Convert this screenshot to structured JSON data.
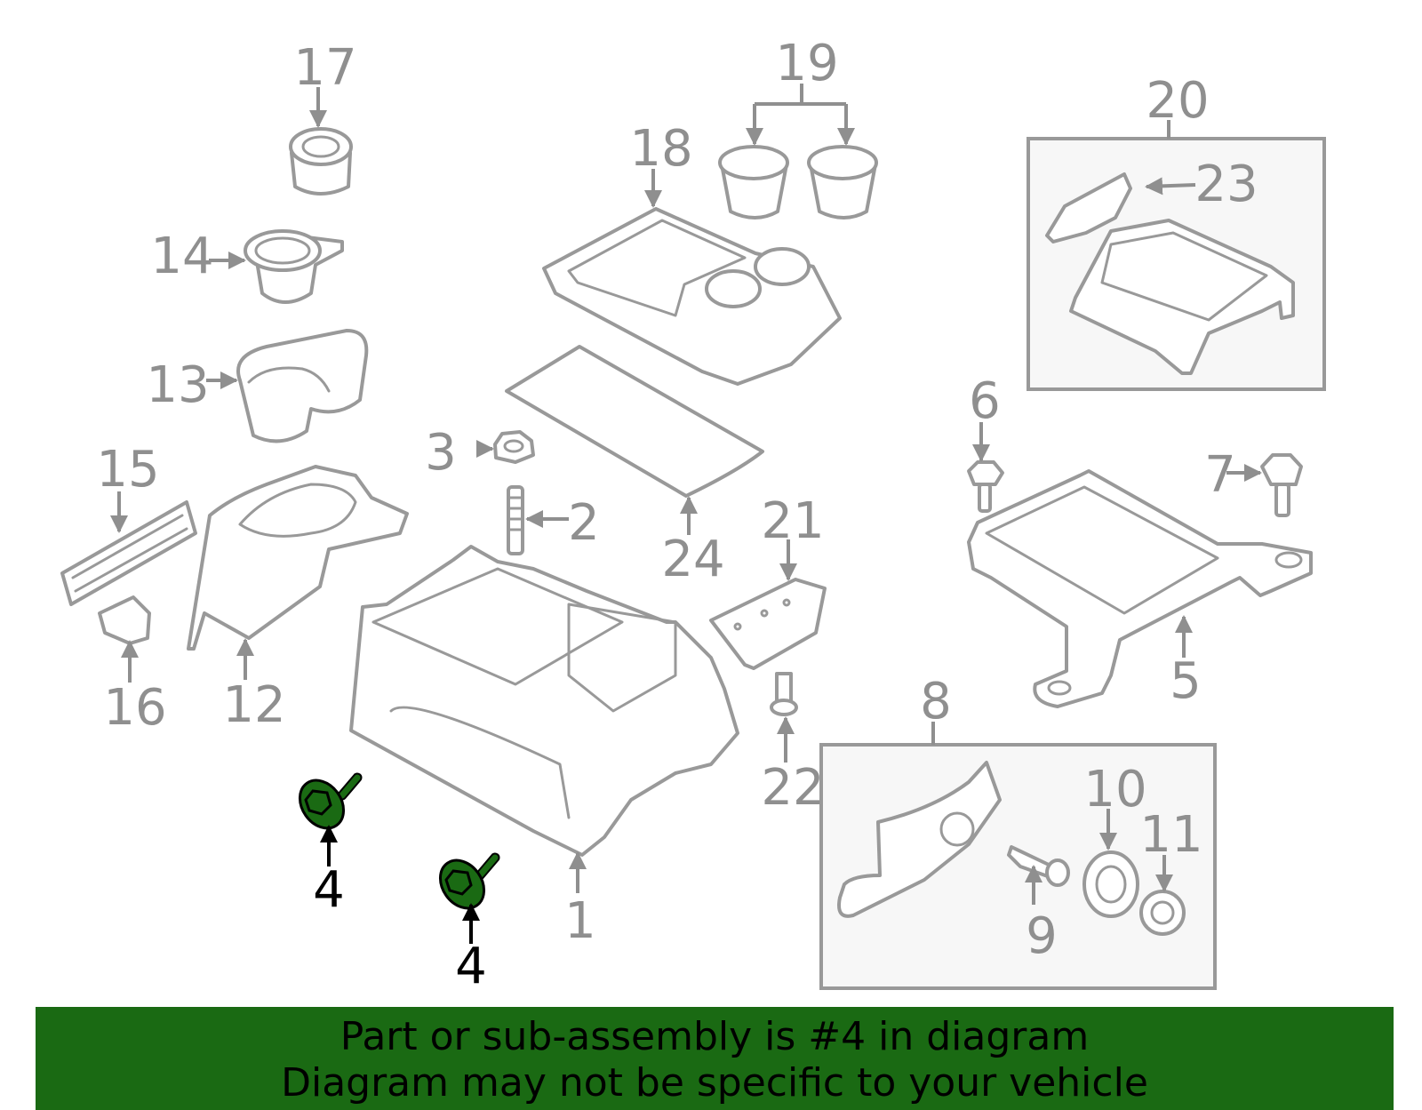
{
  "labels": {
    "l1": "1",
    "l2": "2",
    "l3": "3",
    "l4a": "4",
    "l4b": "4",
    "l5": "5",
    "l6": "6",
    "l7": "7",
    "l8": "8",
    "l9": "9",
    "l10": "10",
    "l11": "11",
    "l12": "12",
    "l13": "13",
    "l14": "14",
    "l15": "15",
    "l16": "16",
    "l17": "17",
    "l18": "18",
    "l19": "19",
    "l20": "20",
    "l21": "21",
    "l22": "22",
    "l23": "23",
    "l24": "24"
  },
  "colors": {
    "highlight_part": "#1a6a13",
    "banner_background": "#1a6a13",
    "line_art": "#999999"
  },
  "banner": {
    "line1": "Part or sub-assembly is #4 in diagram",
    "line2": "Diagram may not be specific to your vehicle"
  }
}
